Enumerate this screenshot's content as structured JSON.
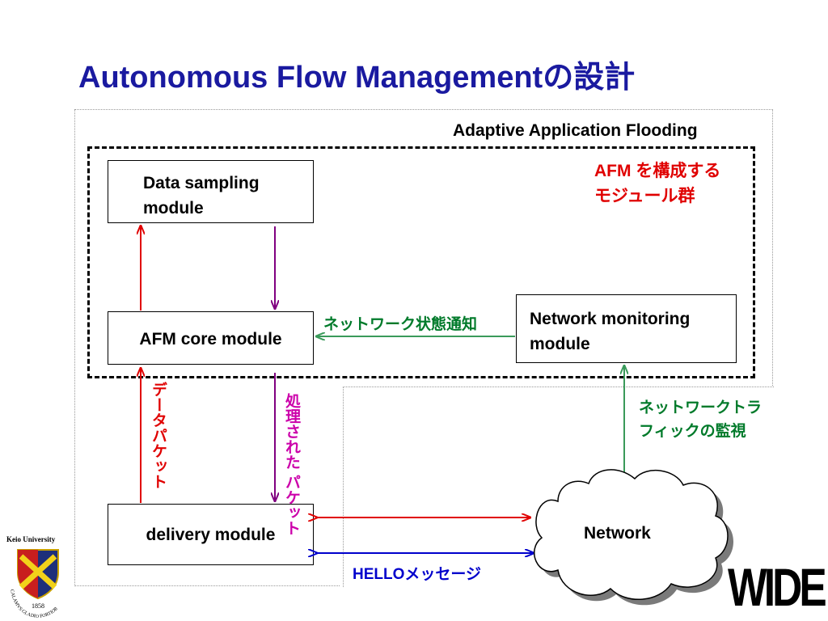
{
  "title": "Autonomous Flow Managementの設計",
  "labels": {
    "aaf": "Adaptive Application Flooding",
    "afm_group_line1": "AFM を構成する",
    "afm_group_line2": "モジュール群",
    "network_status": "ネットワーク状態通知",
    "traffic_monitor_line1": "ネットワークトラ",
    "traffic_monitor_line2": "フィックの監視",
    "data_packet": "データパケット",
    "processed_packet_line1": "処理された",
    "processed_packet_line2": "パケット",
    "hello_message": "HELLOメッセージ"
  },
  "modules": {
    "data_sampling_line1": "Data sampling",
    "data_sampling_line2": "module",
    "afm_core": "AFM core module",
    "network_monitoring_line1": "Network monitoring",
    "network_monitoring_line2": "module",
    "delivery": "delivery module",
    "network": "Network"
  },
  "logos": {
    "keio_name": "Keio University",
    "keio_year": "1858",
    "keio_motto": "CALAMVS GLADIO FORTIOR",
    "wide": "WIDE"
  },
  "colors": {
    "title": "#1a1aa0",
    "red": "#e00000",
    "purple": "#800080",
    "green": "#3a9a5a",
    "blue": "#0000cc",
    "magenta": "#cc00aa"
  }
}
